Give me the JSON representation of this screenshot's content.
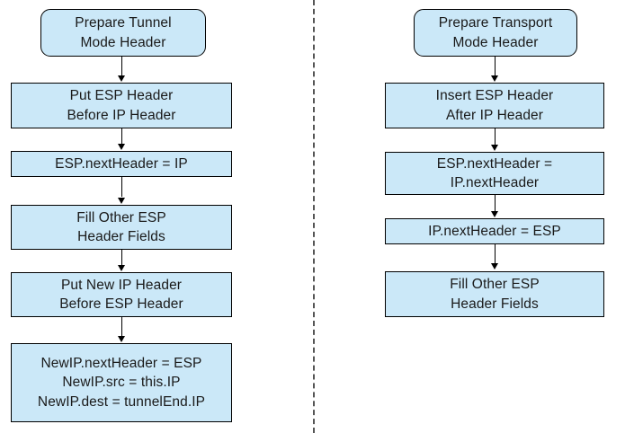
{
  "figure": {
    "background_color": "#ffffff",
    "node_fill_color": "#cbe8f8",
    "node_border_color": "#000000",
    "text_color": "#1a1a1a",
    "divider_style": "dashed-vertical"
  },
  "columns": [
    {
      "id": "tunnel-mode",
      "nodes": [
        {
          "id": "tunnel-start",
          "shape": "terminator",
          "lines": [
            "Prepare Tunnel",
            "Mode Header"
          ]
        },
        {
          "id": "tunnel-step-1",
          "shape": "process",
          "lines": [
            "Put ESP Header",
            "Before IP Header"
          ]
        },
        {
          "id": "tunnel-step-2",
          "shape": "process",
          "lines": [
            "ESP.nextHeader = IP"
          ]
        },
        {
          "id": "tunnel-step-3",
          "shape": "process",
          "lines": [
            "Fill Other ESP",
            "Header Fields"
          ]
        },
        {
          "id": "tunnel-step-4",
          "shape": "process",
          "lines": [
            "Put New IP Header",
            "Before ESP Header"
          ]
        },
        {
          "id": "tunnel-step-5",
          "shape": "process",
          "lines": [
            "NewIP.nextHeader = ESP",
            "NewIP.src = this.IP",
            "NewIP.dest = tunnelEnd.IP"
          ]
        }
      ]
    },
    {
      "id": "transport-mode",
      "nodes": [
        {
          "id": "transport-start",
          "shape": "terminator",
          "lines": [
            "Prepare Transport",
            "Mode Header"
          ]
        },
        {
          "id": "transport-step-1",
          "shape": "process",
          "lines": [
            "Insert ESP Header",
            "After IP Header"
          ]
        },
        {
          "id": "transport-step-2",
          "shape": "process",
          "lines": [
            "ESP.nextHeader =",
            "IP.nextHeader"
          ]
        },
        {
          "id": "transport-step-3",
          "shape": "process",
          "lines": [
            "IP.nextHeader = ESP"
          ]
        },
        {
          "id": "transport-step-4",
          "shape": "process",
          "lines": [
            "Fill Other ESP",
            "Header Fields"
          ]
        }
      ]
    }
  ]
}
